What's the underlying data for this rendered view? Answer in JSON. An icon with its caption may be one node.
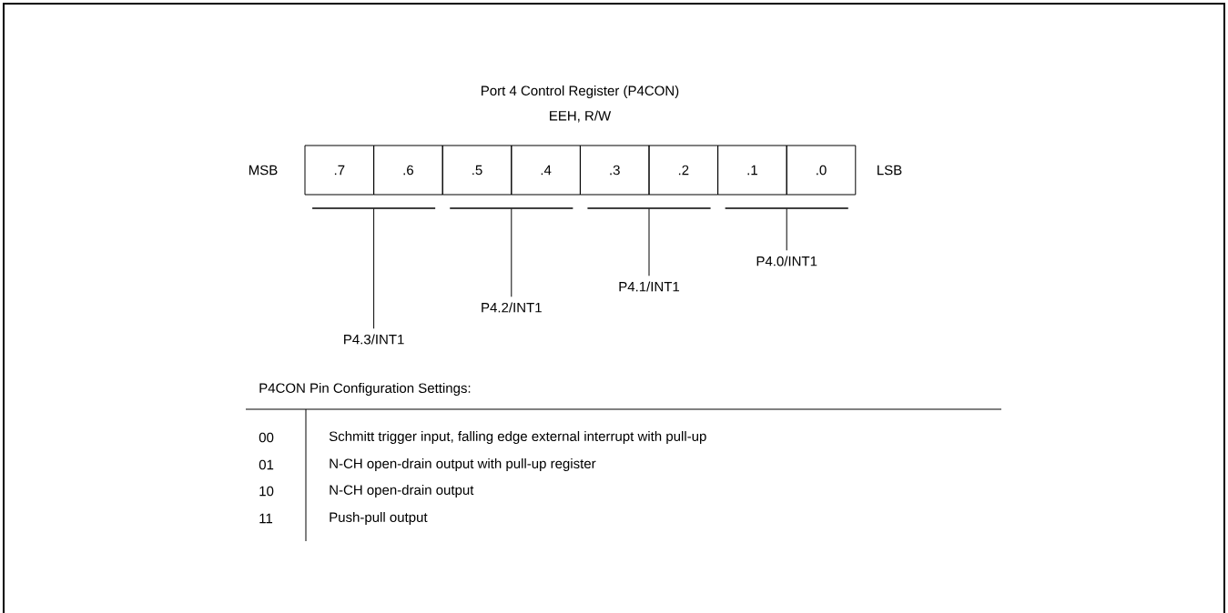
{
  "diagram": {
    "title": "Port 4 Control Register (P4CON)",
    "nodes": [
      {
        "text": [
          ".7"
        ]
      },
      {
        "text": [
          ".6"
        ]
      },
      {
        "text": [
          ".5"
        ]
      },
      {
        "text": [
          ".4"
        ]
      },
      {
        "text": [
          ".3"
        ]
      },
      {
        "text": [
          ".2"
        ]
      },
      {
        "text": [
          ".1"
        ]
      },
      {
        "text": [
          ".0"
        ]
      },
      {
        "text": [],
        "shape": "bar"
      },
      {
        "text": [],
        "shape": "bar"
      },
      {
        "text": [],
        "shape": "bar"
      },
      {
        "text": [],
        "shape": "bar"
      },
      {
        "text": [
          "P4.3/INT1"
        ]
      },
      {
        "text": [
          "P4.2/INT1"
        ]
      },
      {
        "text": [
          "P4.1/INT1"
        ]
      },
      {
        "text": [
          "P4.0/INT1"
        ]
      }
    ],
    "edges": [
      {
        "from": 12,
        "to": 8,
        "arrow": "none"
      },
      {
        "from": 13,
        "to": 9,
        "arrow": "none"
      },
      {
        "from": 14,
        "to": 10,
        "arrow": "none"
      },
      {
        "from": 15,
        "to": 11,
        "arrow": "none"
      }
    ],
    "labels": [
      "EEH, R/W",
      "MSB",
      "LSB",
      "P4CON Pin Configuration Settings:",
      "00",
      "Schmitt trigger input, falling edge external interrupt with pull-up",
      "01",
      "N-CH open-drain output with pull-up register",
      "10",
      "N-CH open-drain output",
      "11",
      "Push-pull output"
    ]
  }
}
